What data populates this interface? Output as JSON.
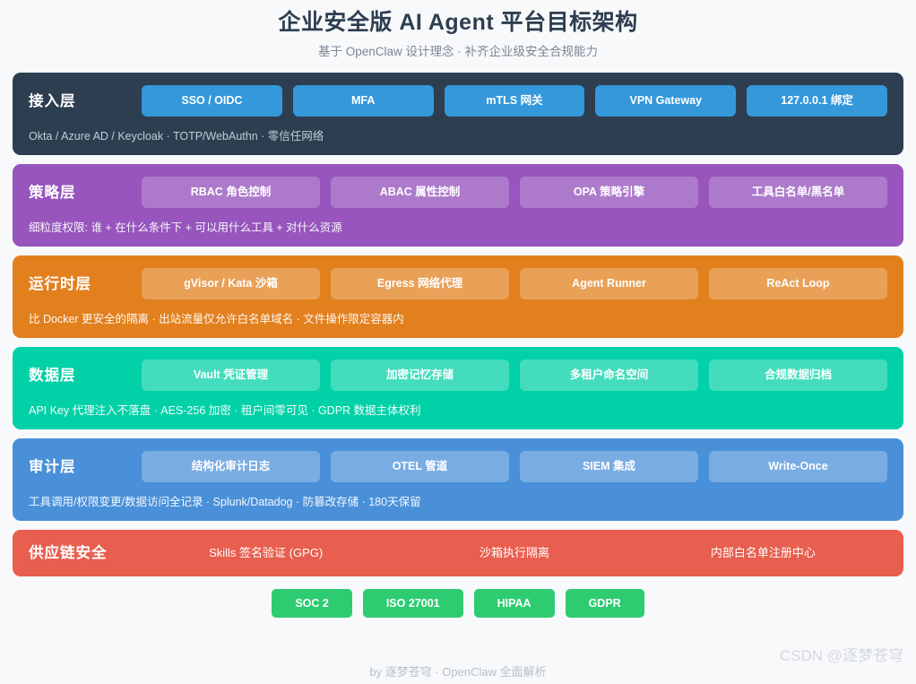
{
  "header": {
    "title": "企业安全版 AI Agent 平台目标架构",
    "subtitle": "基于 OpenClaw 设计理念 · 补齐企业级安全合规能力"
  },
  "colors": {
    "page_background": "#f8f9fb",
    "title": "#2d3e50",
    "subtitle": "#7b8794",
    "access_layer": "#2d3e50",
    "access_chip": "#3498db",
    "policy_layer": "#9755bd",
    "runtime_layer": "#e2801e",
    "data_layer": "#02d1a8",
    "audit_layer": "#4a90d9",
    "supply_layer": "#e85e4f",
    "badge_green": "#2ecc71",
    "watermark": "#d3d7dd"
  },
  "layers": [
    {
      "id": "access",
      "label": "接入层",
      "chips": [
        "SSO / OIDC",
        "MFA",
        "mTLS 网关",
        "VPN Gateway",
        "127.0.0.1 绑定"
      ],
      "desc": "Okta / Azure AD / Keycloak · TOTP/WebAuthn · 零信任网络"
    },
    {
      "id": "policy",
      "label": "策略层",
      "chips": [
        "RBAC 角色控制",
        "ABAC 属性控制",
        "OPA 策略引擎",
        "工具白名单/黑名单"
      ],
      "desc": "细粒度权限: 谁 + 在什么条件下 + 可以用什么工具 + 对什么资源"
    },
    {
      "id": "runtime",
      "label": "运行时层",
      "chips": [
        "gVisor / Kata 沙箱",
        "Egress 网络代理",
        "Agent Runner",
        "ReAct Loop"
      ],
      "desc": "比 Docker 更安全的隔离 · 出站流量仅允许白名单域名 · 文件操作限定容器内"
    },
    {
      "id": "data",
      "label": "数据层",
      "chips": [
        "Vault 凭证管理",
        "加密记忆存储",
        "多租户命名空间",
        "合规数据归档"
      ],
      "desc": "API Key 代理注入不落盘 · AES-256 加密 · 租户间零可见 · GDPR 数据主体权利"
    },
    {
      "id": "audit",
      "label": "审计层",
      "chips": [
        "结构化审计日志",
        "OTEL 管道",
        "SIEM 集成",
        "Write-Once"
      ],
      "desc": "工具调用/权限变更/数据访问全记录 · Splunk/Datadog · 防篡改存储 · 180天保留"
    }
  ],
  "supply_chain": {
    "label": "供应链安全",
    "items": [
      "Skills 签名验证 (GPG)",
      "沙箱执行隔离",
      "内部白名单注册中心"
    ]
  },
  "compliance_badges": [
    "SOC 2",
    "ISO 27001",
    "HIPAA",
    "GDPR"
  ],
  "footer": {
    "credit": "by 逐梦苍穹 · OpenClaw 全面解析",
    "watermark": "CSDN @逐梦苍穹"
  }
}
